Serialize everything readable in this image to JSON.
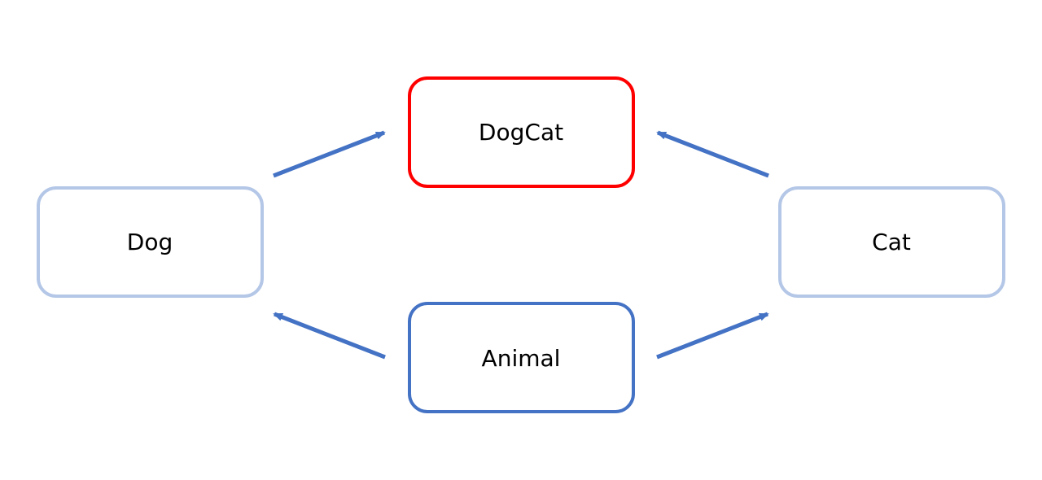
{
  "diagram": {
    "nodes": {
      "dogcat": {
        "label": "DogCat",
        "border_color": "#ff0000"
      },
      "dog": {
        "label": "Dog",
        "border_color": "#b4c7e7"
      },
      "cat": {
        "label": "Cat",
        "border_color": "#b4c7e7"
      },
      "animal": {
        "label": "Animal",
        "border_color": "#4472c4"
      }
    },
    "edges": [
      {
        "from": "Dog",
        "to": "DogCat"
      },
      {
        "from": "Cat",
        "to": "DogCat"
      },
      {
        "from": "Animal",
        "to": "Dog"
      },
      {
        "from": "Animal",
        "to": "Cat"
      }
    ],
    "arrow_color": "#4472c4"
  }
}
